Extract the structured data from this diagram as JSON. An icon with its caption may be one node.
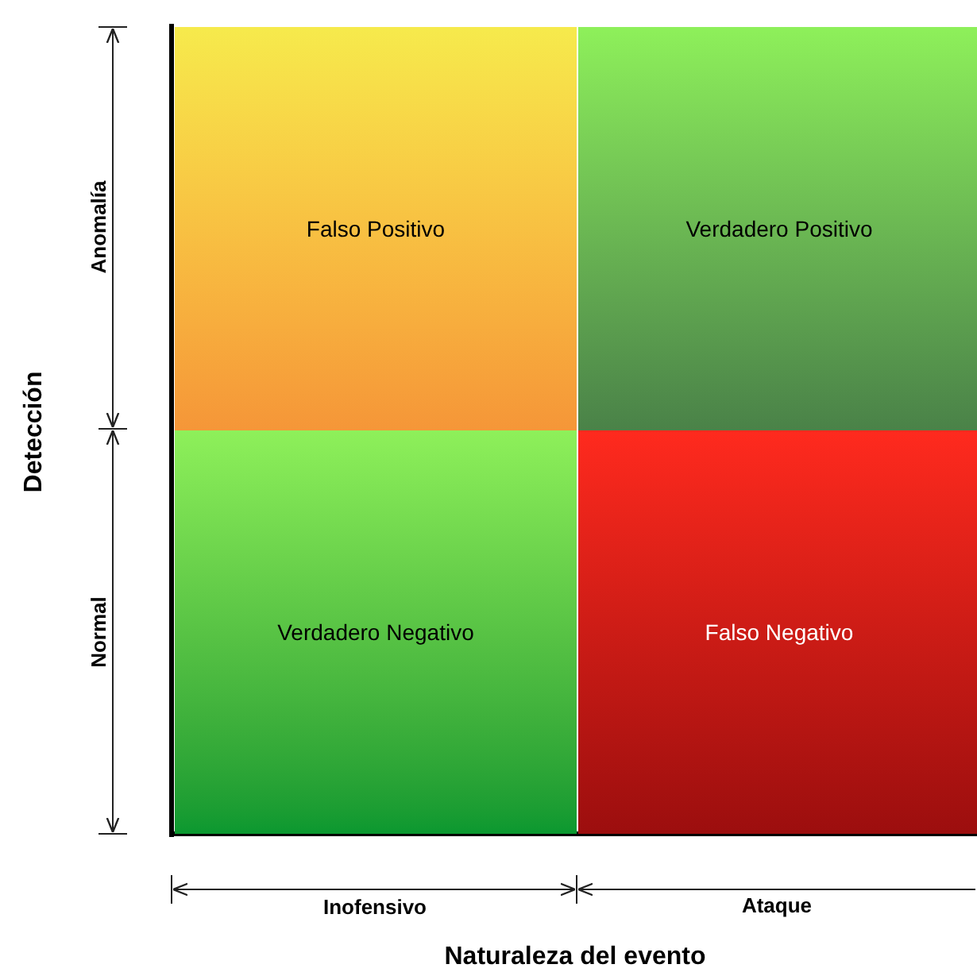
{
  "diagram": {
    "nodes": [
      {
        "text": [
          "Falso Positivo"
        ]
      },
      {
        "text": [
          "Verdadero Positivo"
        ]
      },
      {
        "text": [
          "Verdadero Negativo"
        ]
      },
      {
        "text": [
          "Falso Negativo"
        ]
      }
    ],
    "labels": [
      "Anomalía",
      "Normal",
      "Detección",
      "Inofensivo",
      "Ataque",
      "Naturaleza del evento"
    ]
  }
}
